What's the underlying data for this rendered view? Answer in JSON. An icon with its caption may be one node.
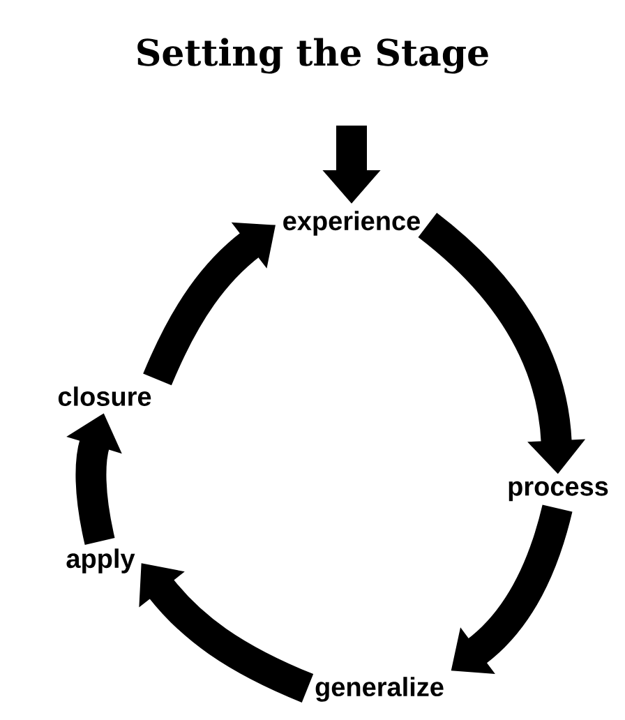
{
  "diagram": {
    "title": "Setting the Stage",
    "nodes": [
      {
        "text": [
          "experience"
        ]
      },
      {
        "text": [
          "process"
        ]
      },
      {
        "text": [
          "generalize"
        ]
      },
      {
        "text": [
          "apply"
        ]
      },
      {
        "text": [
          "closure"
        ]
      }
    ],
    "edges": [
      {
        "from": null,
        "to": 0,
        "arrow": "to"
      },
      {
        "from": 0,
        "to": 1,
        "arrow": "to"
      },
      {
        "from": 1,
        "to": 2,
        "arrow": "to"
      },
      {
        "from": 2,
        "to": 3,
        "arrow": "to"
      },
      {
        "from": 3,
        "to": 4,
        "arrow": "to"
      },
      {
        "from": 4,
        "to": 0,
        "arrow": "to"
      }
    ]
  }
}
